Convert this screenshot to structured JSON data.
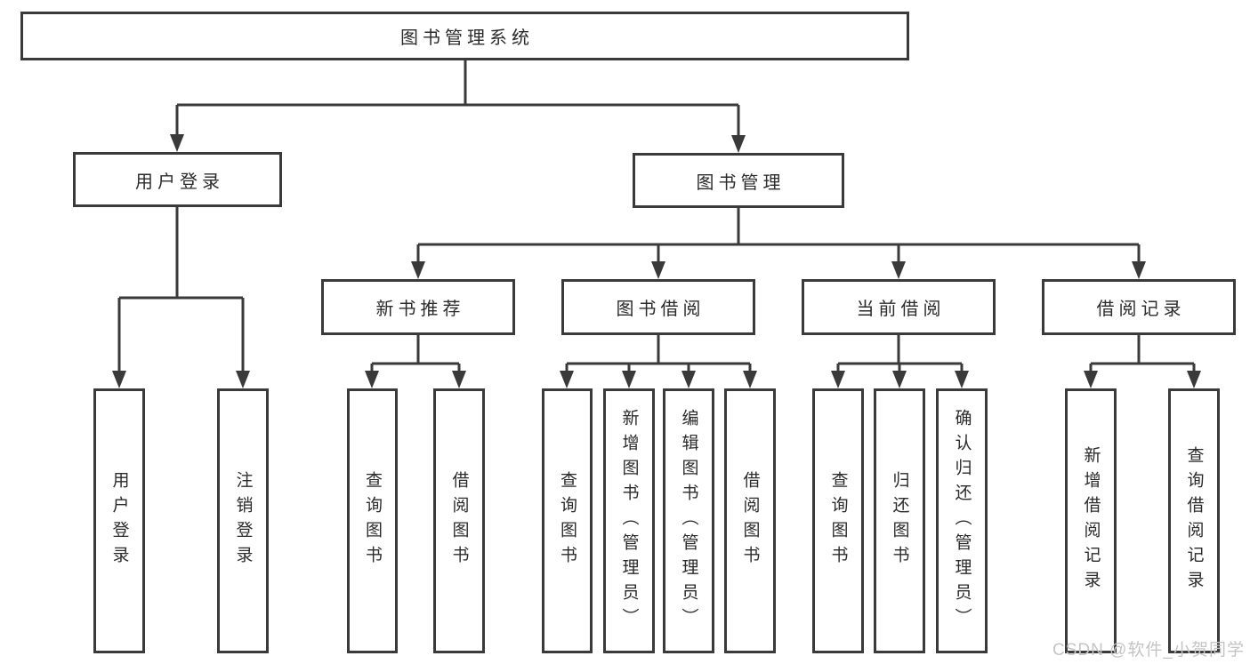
{
  "tree": {
    "root": {
      "label": "图书管理系统",
      "children": [
        {
          "label": "用户登录",
          "children": [
            {
              "label": "用户登录"
            },
            {
              "label": "注销登录"
            }
          ]
        },
        {
          "label": "图书管理",
          "children": [
            {
              "label": "新书推荐",
              "children": [
                {
                  "label": "查询图书"
                },
                {
                  "label": "借阅图书"
                }
              ]
            },
            {
              "label": "图书借阅",
              "children": [
                {
                  "label": "查询图书"
                },
                {
                  "label": "新增图书（管理员）"
                },
                {
                  "label": "编辑图书（管理员）"
                },
                {
                  "label": "借阅图书"
                }
              ]
            },
            {
              "label": "当前借阅",
              "children": [
                {
                  "label": "查询图书"
                },
                {
                  "label": "归还图书"
                },
                {
                  "label": "确认归还（管理员）"
                }
              ]
            },
            {
              "label": "借阅记录",
              "children": [
                {
                  "label": "新增借阅记录"
                },
                {
                  "label": "查询借阅记录"
                }
              ]
            }
          ]
        }
      ]
    }
  },
  "watermark": {
    "text": "CSDN @软件_小贺同学"
  },
  "colors": {
    "line": "#3a3a3a",
    "box_border": "#3a3a3a",
    "text": "#2b2b2b",
    "background": "#ffffff",
    "watermark": "#c4c4c4"
  }
}
